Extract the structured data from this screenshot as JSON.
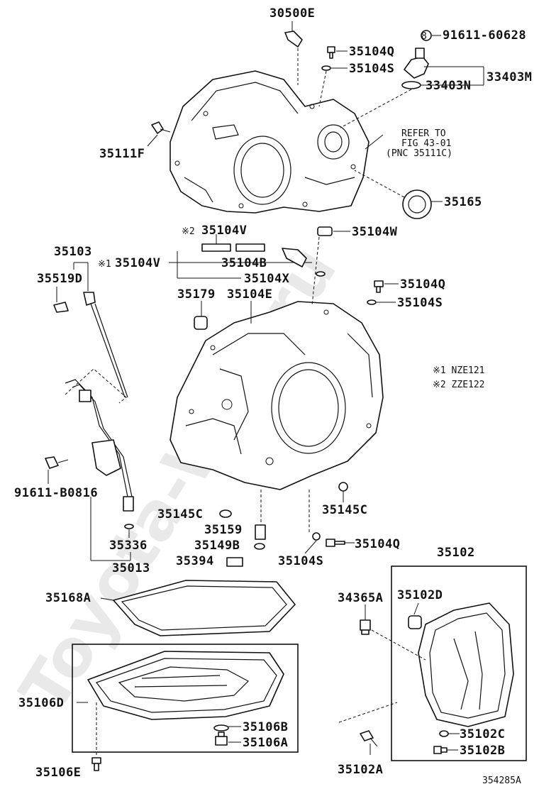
{
  "watermark": "Toyota-Wiki.ru",
  "figure_id": "354285A",
  "notes": {
    "n1": "※1 NZE121",
    "n2": "※2 ZZE122"
  },
  "refer": {
    "line1": "REFER TO",
    "line2": "FIG 43-01",
    "line3": "(PNC 35111C)"
  },
  "markers": {
    "m1": "※1",
    "m2": "※2",
    "circle": "8"
  },
  "labels": {
    "l30500E": "30500E",
    "l91611_60628": "91611-60628",
    "l35104Q_a": "35104Q",
    "l35104S_a": "35104S",
    "l33403M": "33403M",
    "l33403N": "33403N",
    "l35111F": "35111F",
    "l35165": "35165",
    "l35104V_a": "35104V",
    "l35104W": "35104W",
    "l35103": "35103",
    "l35104V_b": "35104V",
    "l35104B": "35104B",
    "l35519D": "35519D",
    "l35104X": "35104X",
    "l35104Q_b": "35104Q",
    "l35179": "35179",
    "l35104E": "35104E",
    "l35104S_b": "35104S",
    "l91611_B0816": "91611-B0816",
    "l35145C_a": "35145C",
    "l35145C_b": "35145C",
    "l35159": "35159",
    "l35336": "35336",
    "l35149B": "35149B",
    "l35104Q_c": "35104Q",
    "l35394": "35394",
    "l35104S_c": "35104S",
    "l35013": "35013",
    "l35102": "35102",
    "l35168A": "35168A",
    "l34365A": "34365A",
    "l35102D": "35102D",
    "l35106D": "35106D",
    "l35106B": "35106B",
    "l35106A": "35106A",
    "l35102C": "35102C",
    "l35102B": "35102B",
    "l35106E": "35106E",
    "l35102A": "35102A"
  }
}
